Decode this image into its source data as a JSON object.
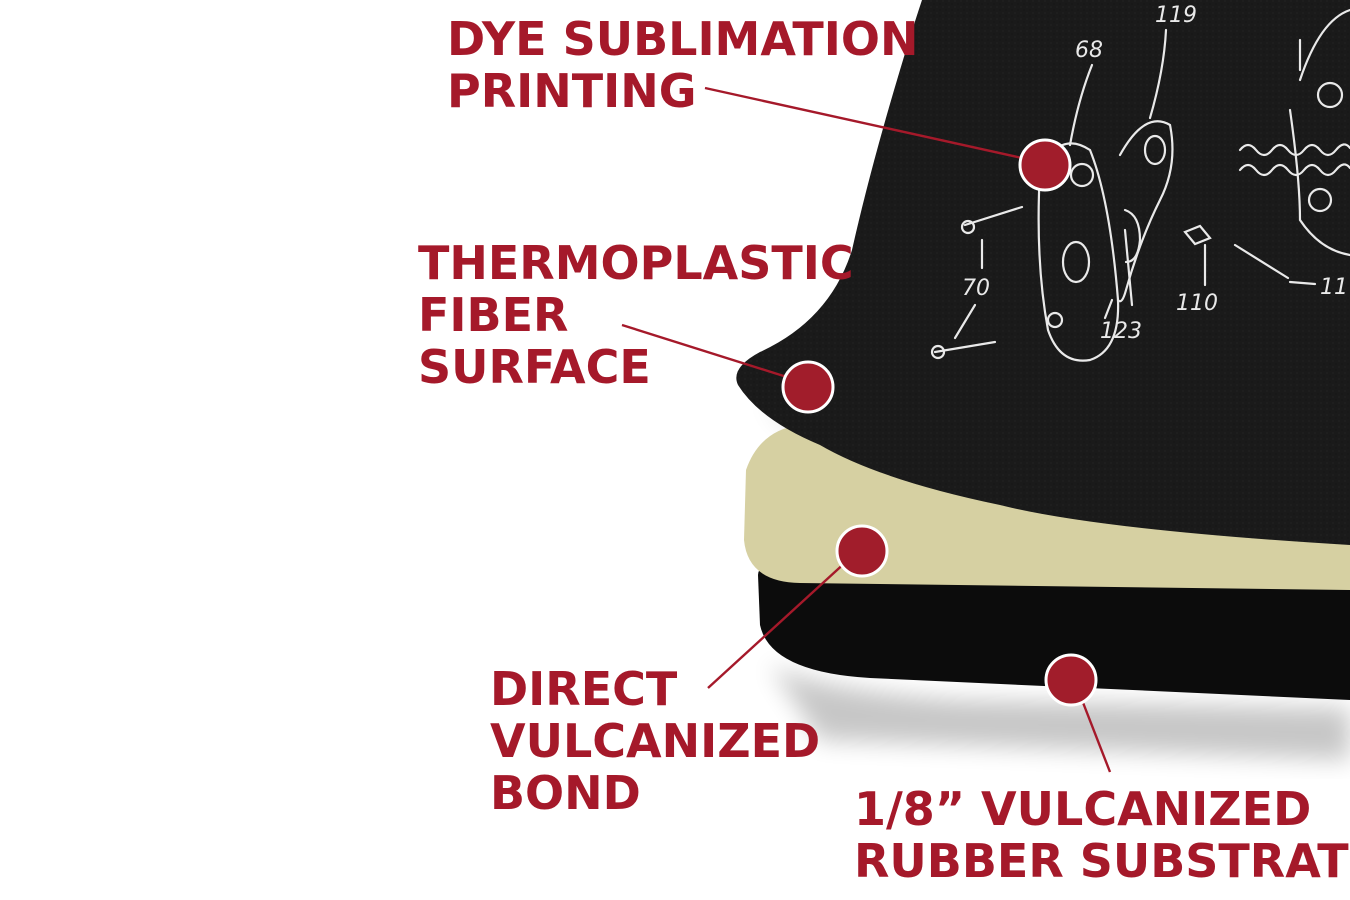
{
  "colors": {
    "label": "#a5192a",
    "callout_dot": "#a11d2b",
    "callout_ring": "#ffffff",
    "mat_surface": "#1a1a1a",
    "patent_ink": "#e9e9e9",
    "bond_layer": "#d6d0a2",
    "rubber_layer": "#0c0c0c",
    "background": "#ffffff"
  },
  "callouts": [
    {
      "id": "dye-sublimation",
      "lines": [
        "DYE SUBLIMATION",
        "PRINTING"
      ]
    },
    {
      "id": "thermoplastic",
      "lines": [
        "THERMOPLASTIC",
        "FIBER",
        "SURFACE"
      ]
    },
    {
      "id": "vulcanized-bond",
      "lines": [
        "DIRECT",
        "VULCANIZED",
        "BOND"
      ]
    },
    {
      "id": "rubber-substrate",
      "lines": [
        "1/8” VULCANIZED",
        "RUBBER SUBSTRATE"
      ]
    }
  ],
  "patent_numbers": [
    "119",
    "68",
    "70",
    "110",
    "123",
    "11"
  ]
}
